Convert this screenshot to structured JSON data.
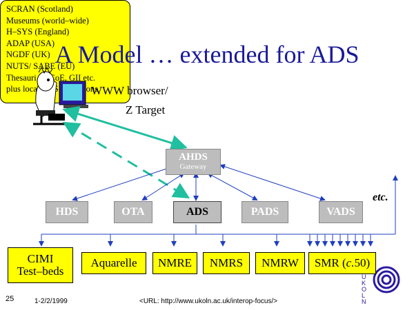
{
  "title": "A Model … extended for ADS",
  "browser": {
    "line1": "WWW browser/",
    "line2": "Z Target"
  },
  "gateway": {
    "name": "AHDS",
    "sub": "Gateway"
  },
  "services": [
    "HDS",
    "OTA",
    "ADS",
    "PADS",
    "VADS"
  ],
  "collections": [
    "SCRAN (Scotland)",
    "Museums (world–wide)",
    "H–SYS (England)",
    "ADAP (USA)",
    "NGDF (UK)",
    "NUTS/ SABE (EU)",
    "Thesauri — CoE, GII etc.",
    "plus local ADS collections"
  ],
  "etc_label": "etc.",
  "targets": {
    "cimi_line1": "CIMI",
    "cimi_line2": "Test–beds",
    "aquarelle": "Aquarelle",
    "nmre": "NMRE",
    "nmrs": "NMRS",
    "nmrw": "NMRW",
    "smr_prefix": "SMR (",
    "smr_c": "c.",
    "smr_suffix": "50)"
  },
  "footer": {
    "page_number": "25",
    "date": "1-2/2/1999",
    "url": "<URL: http://www.ukoln.ac.uk/interop-focus/>"
  },
  "logo_letters": "U K O L N",
  "colors": {
    "title": "#1a1a99",
    "arrow_blue": "#1f3fbf",
    "arrow_green": "#1fbf9f",
    "yellow": "#ffff00",
    "grey": "#bdbdbd"
  }
}
